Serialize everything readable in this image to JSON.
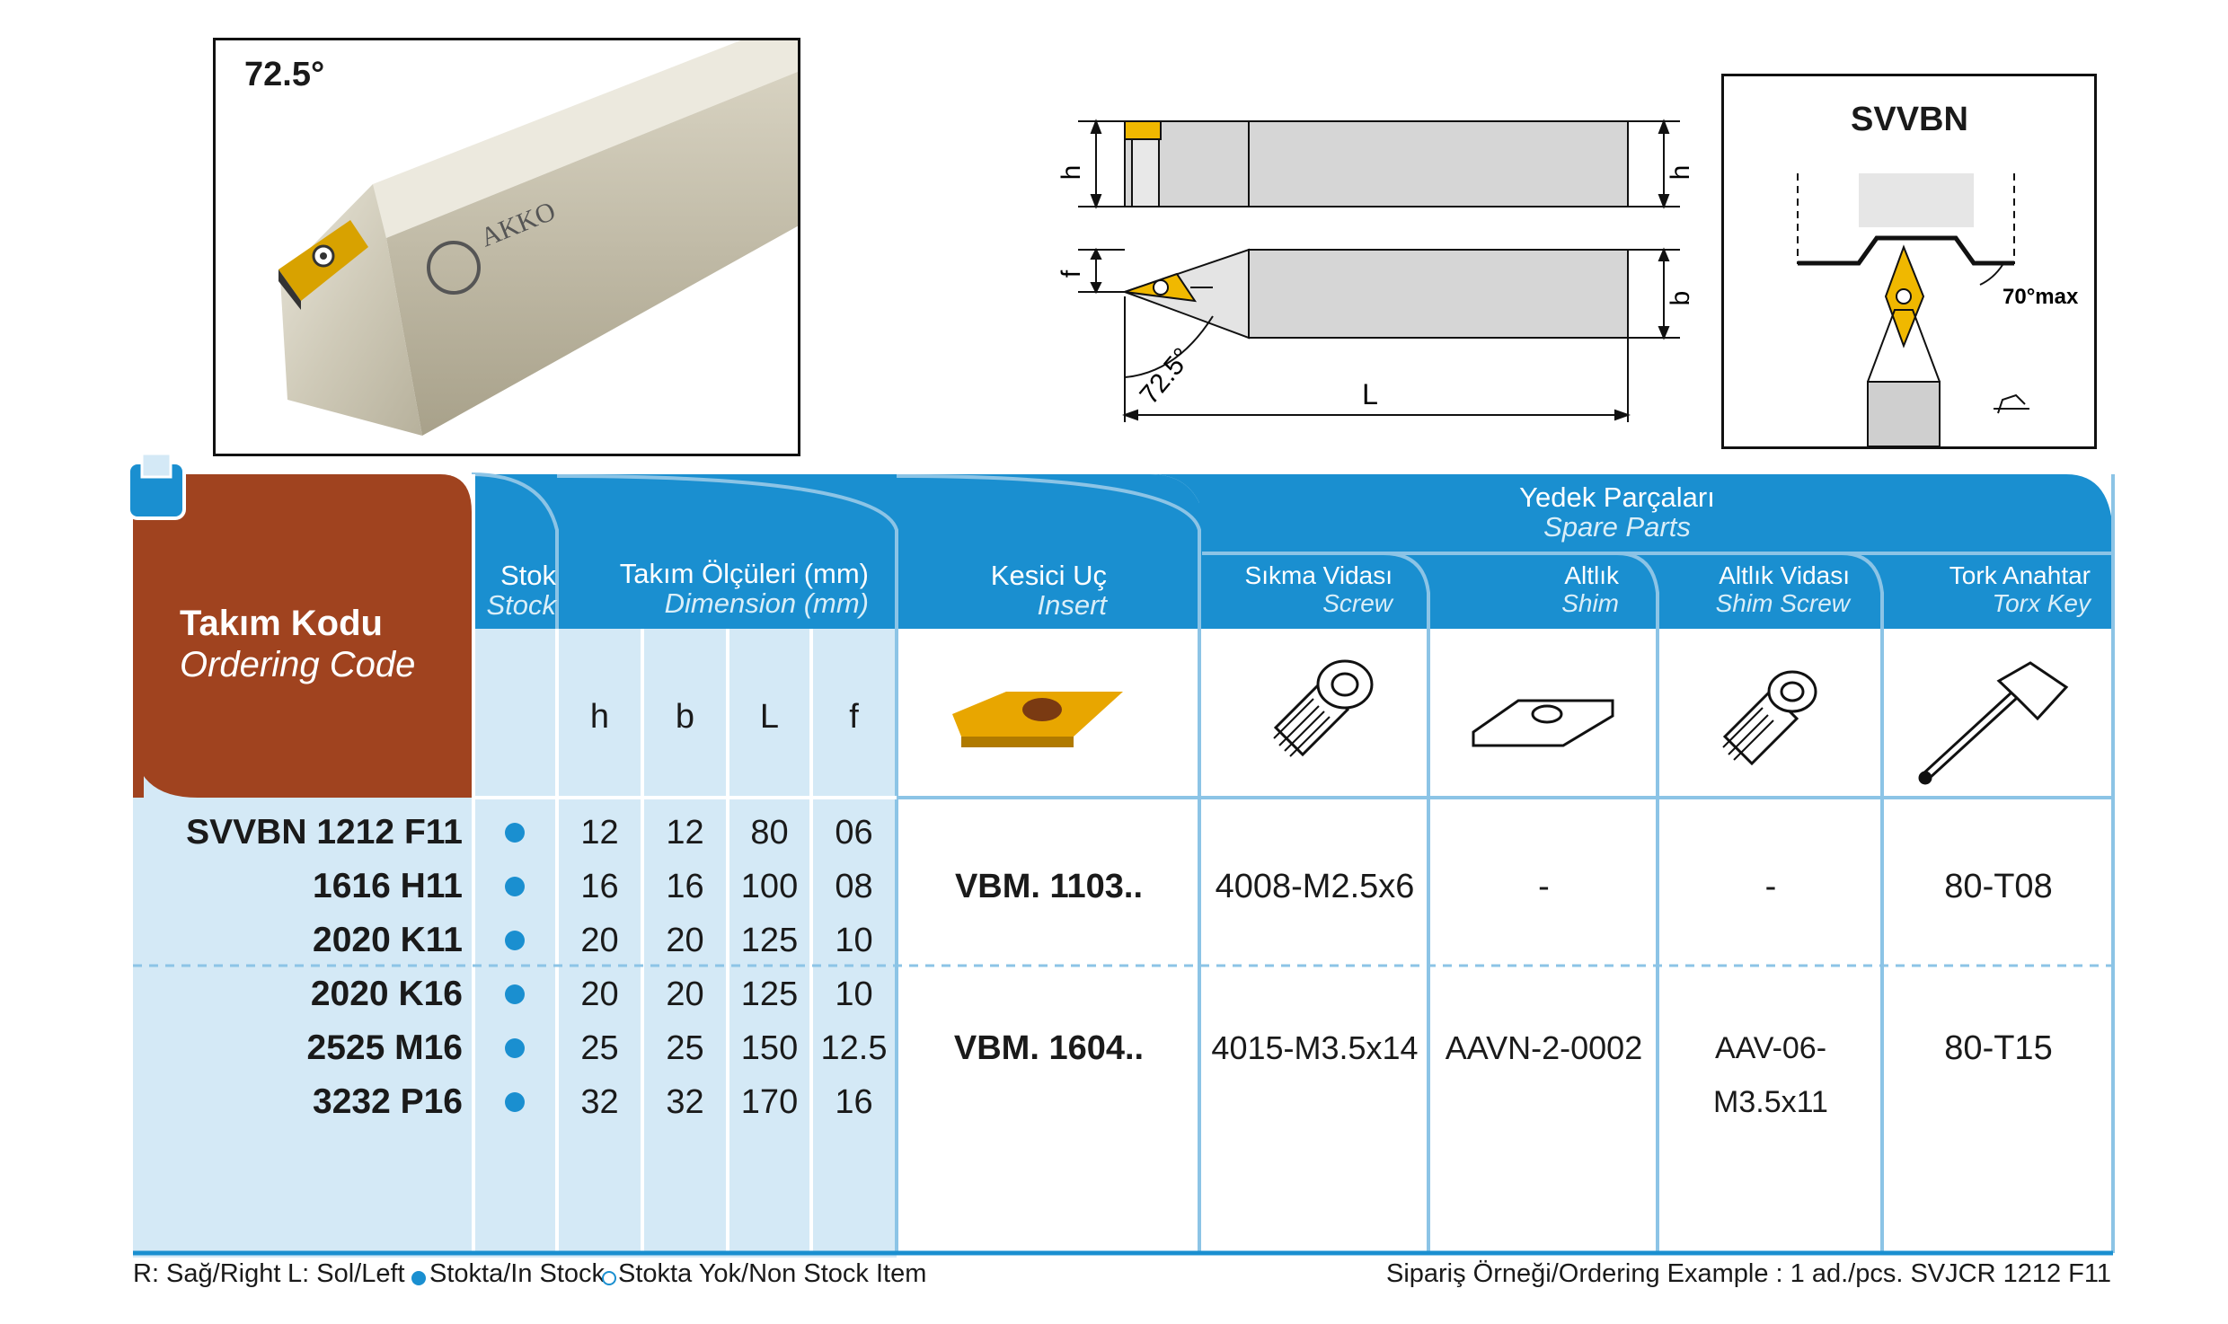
{
  "photo": {
    "angle": "72.5°",
    "brand_text": "AKKO"
  },
  "drawing": {
    "h_left": "h",
    "h_right": "h",
    "f": "f",
    "b": "b",
    "L": "L",
    "angle": "72.5°"
  },
  "panel": {
    "title": "SVVBN",
    "max_angle": "70°max"
  },
  "header": {
    "ordering_tr": "Takım Kodu",
    "ordering_en": "Ordering Code",
    "stock_tr": "Stok",
    "stock_en": "Stock",
    "dims_tr": "Takım Ölçüleri (mm)",
    "dims_en": "Dimension (mm)",
    "insert_tr": "Kesici Uç",
    "insert_en": "Insert",
    "spare_tr": "Yedek Parçaları",
    "spare_en": "Spare Parts",
    "screw_tr": "Sıkma Vidası",
    "screw_en": "Screw",
    "shim_tr": "Altlık",
    "shim_en": "Shim",
    "shimscrew_tr": "Altlık Vidası",
    "shimscrew_en": "Shim Screw",
    "torx_tr": "Tork Anahtar",
    "torx_en": "Torx Key",
    "col_h": "h",
    "col_b": "b",
    "col_L": "L",
    "col_f": "f"
  },
  "rows": [
    {
      "code": "SVVBN 1212 F11",
      "h": "12",
      "b": "12",
      "L": "80",
      "f": "06"
    },
    {
      "code": "1616 H11",
      "h": "16",
      "b": "16",
      "L": "100",
      "f": "08"
    },
    {
      "code": "2020 K11",
      "h": "20",
      "b": "20",
      "L": "125",
      "f": "10"
    },
    {
      "code": "2020 K16",
      "h": "20",
      "b": "20",
      "L": "125",
      "f": "10"
    },
    {
      "code": "2525 M16",
      "h": "25",
      "b": "25",
      "L": "150",
      "f": "12.5"
    },
    {
      "code": "3232 P16",
      "h": "32",
      "b": "32",
      "L": "170",
      "f": "16"
    }
  ],
  "groups": [
    {
      "insert": "VBM.  1103..",
      "screw": "4008-M2.5x6",
      "shim": "-",
      "shim_screw": "-",
      "torx": "80-T08"
    },
    {
      "insert": "VBM. 1604..",
      "screw": "4015-M3.5x14",
      "shim": "AAVN-2-0002",
      "shim_screw": "AAV-06-M3.5x11",
      "torx": "80-T15"
    }
  ],
  "footer": {
    "right": "R: Sağ/Right",
    "left": "L: Sol/Left",
    "in_stock": "Stokta/In Stock",
    "non_stock": "Stokta Yok/Non Stock Item",
    "example": "Sipariş Örneği/Ordering Example : 1 ad./pcs. SVJCR 1212 F11"
  },
  "colors": {
    "blue": "#1a8fd0",
    "light_blue": "#d4e9f6",
    "brown": "#a0431f",
    "insert_yellow": "#e8a600"
  }
}
